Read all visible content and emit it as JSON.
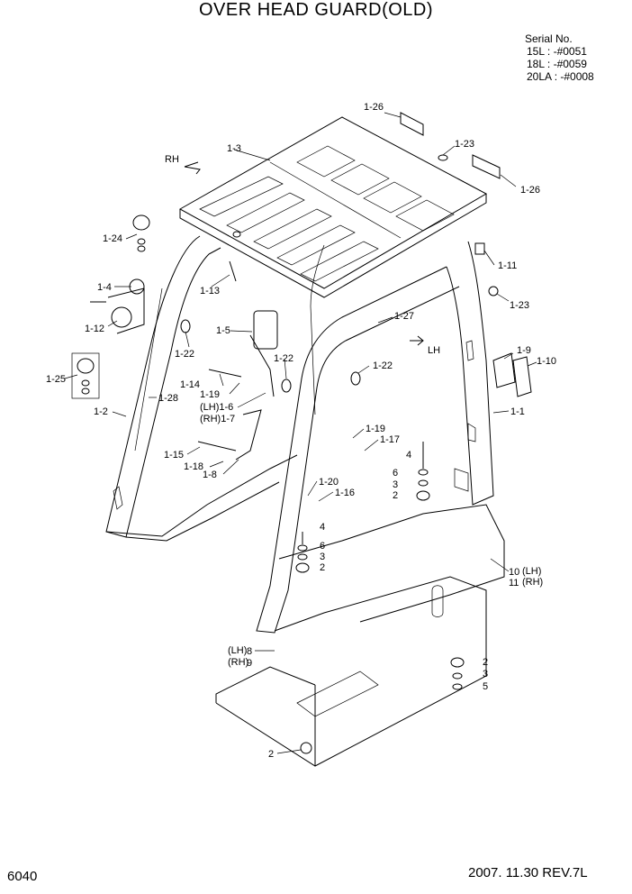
{
  "title": "OVER HEAD GUARD(OLD)",
  "serial": {
    "heading": "Serial No.",
    "lines": [
      "15L : -#0051",
      "18L : -#0059",
      "20LA : -#0008"
    ]
  },
  "footer": {
    "page_number": "6040",
    "date_rev": "2007. 11.30  REV.7L"
  },
  "directions": {
    "rh": "RH",
    "lh": "LH"
  },
  "callouts": {
    "c1_26a": "1-26",
    "c1_3": "1-3",
    "c1_23a": "1-23",
    "c1_26b": "1-26",
    "c1_24": "1-24",
    "c1_11": "1-11",
    "c1_4": "1-4",
    "c1_13": "1-13",
    "c1_23b": "1-23",
    "c1_12": "1-12",
    "c1_5": "1-5",
    "c1_27": "1-27",
    "c1_22a": "1-22",
    "c1_9": "1-9",
    "c1_10": "1-10",
    "c1_22b": "1-22",
    "c1_22c": "1-22",
    "c1_25": "1-25",
    "c1_14": "1-14",
    "c1_19a": "1-19",
    "c1_28": "1-28",
    "c1_6": "(LH)1-6",
    "c1_7": "(RH)1-7",
    "c1_2": "1-2",
    "c1_1": "1-1",
    "c1_19b": "1-19",
    "c1_17": "1-17",
    "c1_15": "1-15",
    "c4a": "4",
    "c1_18": "1-18",
    "c1_8": "1-8",
    "c6a": "6",
    "c3a": "3",
    "c2a": "2",
    "c1_20": "1-20",
    "c1_16": "1-16",
    "c4b": "4",
    "c6b": "6",
    "c3b": "3",
    "c2b": "2",
    "c10": "10",
    "c10s": "(LH)",
    "c11": "11",
    "c11s": "(RH)",
    "c8s": "(LH)",
    "c8": "8",
    "c9s": "(RH)",
    "c9": "9",
    "c2c": "2",
    "c3c": "3",
    "c5": "5",
    "c2d": "2"
  }
}
